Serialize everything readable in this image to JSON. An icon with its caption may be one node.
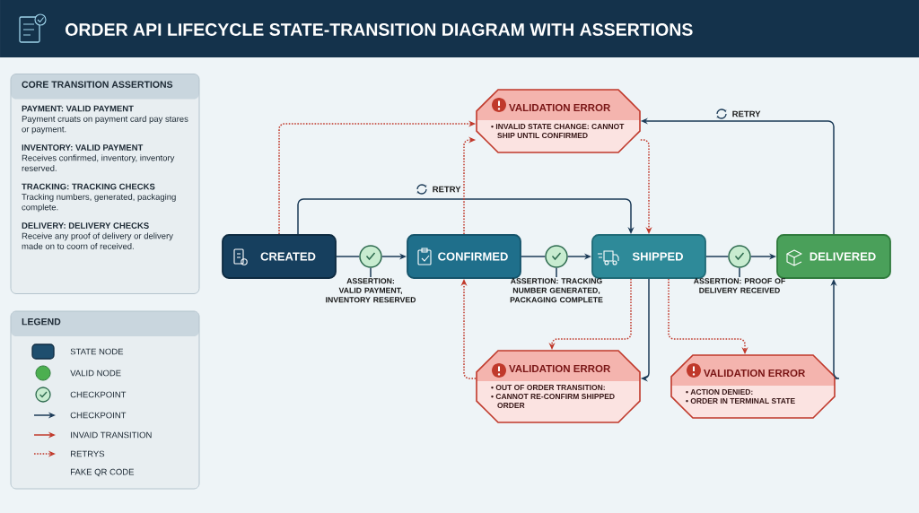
{
  "diagram": {
    "title": "ORDER API LIFECYCLE STATE-TRANSITION DIAGRAM WITH ASSERTIONS",
    "nodes": [
      {
        "text": [
          "CORE TRANSITION ASSERTIONS",
          "PAYMENT: VALID PAYMENT",
          "Payment cruats on payment card pay stares or payment.",
          "INVENTORY: VALID PAYMENT",
          "Receives confirmed, inventory, inventory reserved.",
          "TRACKING: TRACKING CHECKS",
          "Tracking numbers, generated, packaging complete.",
          "DELIVERY: DELIVERY CHECKS",
          "Receive any proof of delivery or delivery made on to coorn of received."
        ]
      },
      {
        "text": [
          "LEGEND"
        ]
      },
      {
        "text": [
          "CREATED"
        ]
      },
      {
        "text": [],
        "shape": "circle"
      },
      {
        "text": [
          "CONFIRMED"
        ]
      },
      {
        "text": [],
        "shape": "circle"
      },
      {
        "text": [
          "SHIPPED"
        ]
      },
      {
        "text": [],
        "shape": "circle"
      },
      {
        "text": [
          "DELIVERED"
        ]
      },
      {
        "text": [
          "VALIDATION ERROR",
          "• INVALID STATE CHANGE: CANNOT SHIP UNTIL CONFIRMED"
        ]
      },
      {
        "text": [
          "VALIDATION ERROR",
          "• OUT OF ORDER TRANSITION:",
          "• CANNOT RE-CONFIRM SHIPPED ORDER"
        ]
      },
      {
        "text": [
          "VALIDATION ERROR",
          "• ACTION DENIED:",
          "• ORDER IN TERMINAL STATE"
        ]
      },
      {
        "text": [
          "ASSERTION: VALID PAYMENT, INVENTORY RESERVED"
        ]
      },
      {
        "text": [
          "ASSERTION: TRACKING NUMBER GENERATED, PACKAGING COMPLETE"
        ]
      },
      {
        "text": [
          "ASSERTION: PROOF OF DELIVERY RECEIVED"
        ]
      }
    ],
    "edges": [
      {
        "from": 2,
        "to": 3,
        "arrow": "none"
      },
      {
        "from": 3,
        "to": 4,
        "arrow": "to"
      },
      {
        "from": 4,
        "to": 5,
        "arrow": "none"
      },
      {
        "from": 5,
        "to": 6,
        "arrow": "to"
      },
      {
        "from": 6,
        "to": 7,
        "arrow": "none"
      },
      {
        "from": 7,
        "to": 8,
        "arrow": "to"
      },
      {
        "from": 2,
        "to": 6,
        "arrow": "to",
        "label": "RETRY"
      },
      {
        "from": 8,
        "to": 9,
        "arrow": "to",
        "label": "RETRY"
      },
      {
        "from": 2,
        "to": 9,
        "arrow": "to",
        "style": "dashed",
        "color": "#c0392b"
      },
      {
        "from": 4,
        "to": 9,
        "arrow": "to",
        "style": "dashed",
        "color": "#c0392b"
      },
      {
        "from": 9,
        "to": 6,
        "arrow": "to",
        "style": "dashed",
        "color": "#c0392b"
      },
      {
        "from": 6,
        "to": 10,
        "arrow": "to",
        "style": "dashed",
        "color": "#c0392b"
      },
      {
        "from": 6,
        "to": 10,
        "arrow": "to"
      },
      {
        "from": 10,
        "to": 4,
        "arrow": "to",
        "style": "dashed",
        "color": "#c0392b"
      },
      {
        "from": 6,
        "to": 11,
        "arrow": "to",
        "style": "dashed",
        "color": "#c0392b"
      },
      {
        "from": 11,
        "to": 8,
        "arrow": "to"
      },
      {
        "from": 3,
        "to": 12,
        "arrow": "none"
      },
      {
        "from": 5,
        "to": 13,
        "arrow": "none"
      },
      {
        "from": 7,
        "to": 14,
        "arrow": "none"
      }
    ],
    "legend": [
      {
        "text": "STATE NODE",
        "color": "#1e4e6e"
      },
      {
        "text": "VALID NODE",
        "color": "#4caf50"
      },
      {
        "text": "CHECKPOINT"
      },
      {
        "text": "CHECKPOINT"
      },
      {
        "text": "INVAID TRANSITION"
      },
      {
        "text": "RETRYS"
      },
      {
        "text": "FAKE QR CODE"
      }
    ]
  }
}
